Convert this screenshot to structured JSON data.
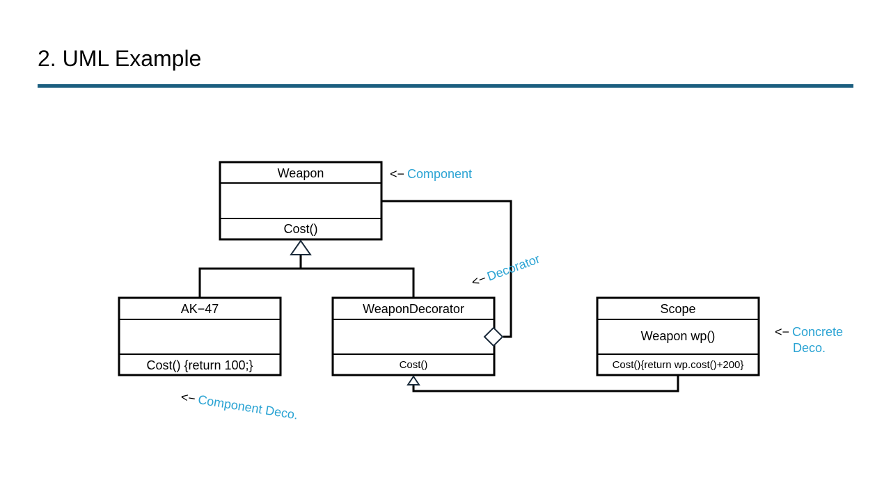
{
  "slide": {
    "title": "2. UML Example"
  },
  "classes": {
    "weapon": {
      "name": "Weapon",
      "attributes": "",
      "methods": "Cost()"
    },
    "ak47": {
      "name": "AK−47",
      "attributes": "",
      "methods": "Cost() {return 100;}"
    },
    "decorator": {
      "name": "WeaponDecorator",
      "attributes": "",
      "methods": "Cost()"
    },
    "scope": {
      "name": "Scope",
      "attributes": "Weapon wp()",
      "methods": "Cost(){return wp.cost()+200}"
    }
  },
  "annotations": {
    "arrow": "<−",
    "component": "Component",
    "decorator": "Decorator",
    "concrete_line1": "Concrete",
    "concrete_line2": "Deco.",
    "component_deco": "Component Deco."
  },
  "colors": {
    "title_rule": "#1b5e7f",
    "annotation": "#2aa3d3",
    "line": "#000000"
  }
}
